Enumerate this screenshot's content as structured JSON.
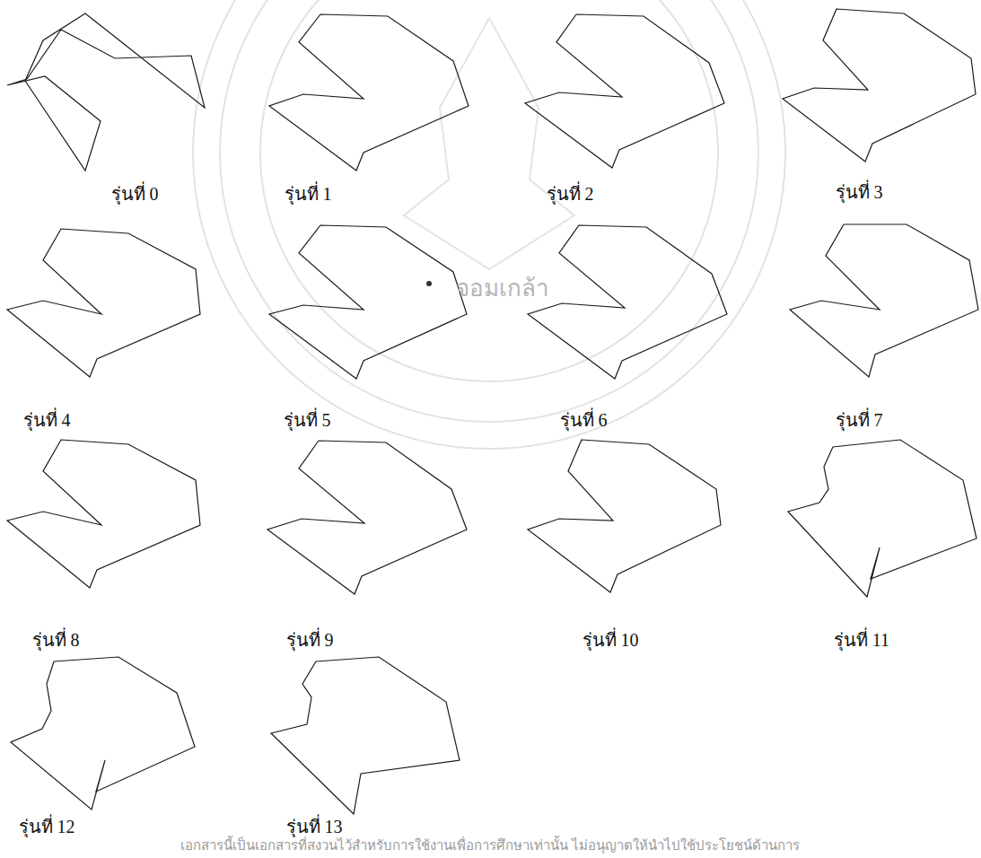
{
  "diagram": {
    "labels": [
      "รุ่นที่ 0",
      "รุ่นที่ 1",
      "รุ่นที่ 2",
      "รุ่นที่ 3",
      "รุ่นที่ 4",
      "รุ่นที่ 5",
      "รุ่นที่ 6",
      "รุ่นที่ 7",
      "รุ่นที่ 8",
      "รุ่นที่ 9",
      "รุ่นที่ 10",
      "รุ่นที่ 11",
      "รุ่นที่ 12",
      "รุ่นที่ 13",
      "จอมเกล้า",
      "เอกสารนี้เป็นเอกสารที่สงวนไว้สำหรับการใช้งานเพื่อการศึกษาเท่านั้น ไม่อนุญาตให้นำไปใช้ประโยชน์ด้านการ"
    ]
  }
}
